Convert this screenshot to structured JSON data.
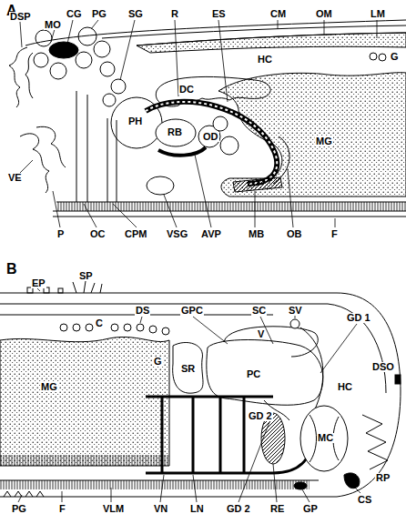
{
  "diagram": {
    "labels": [
      "A",
      "DSP",
      "MO",
      "CG",
      "PG",
      "SG",
      "R",
      "ES",
      "CM",
      "OM",
      "LM",
      "HC",
      "DC",
      "PH",
      "RB",
      "OD",
      "MG",
      "G",
      "VE",
      "P",
      "OC",
      "CPM",
      "VSG",
      "AVP",
      "MB",
      "OB",
      "F",
      "B",
      "EP",
      "SP",
      "DS",
      "GPC",
      "SC",
      "SV",
      "GD 1",
      "DSO",
      "C",
      "G",
      "V",
      "SR",
      "PC",
      "HC",
      "MG",
      "MC",
      "RP",
      "GD 2",
      "PG",
      "F",
      "VLM",
      "VN",
      "LN",
      "GD 2",
      "RE",
      "GP",
      "CS"
    ]
  }
}
